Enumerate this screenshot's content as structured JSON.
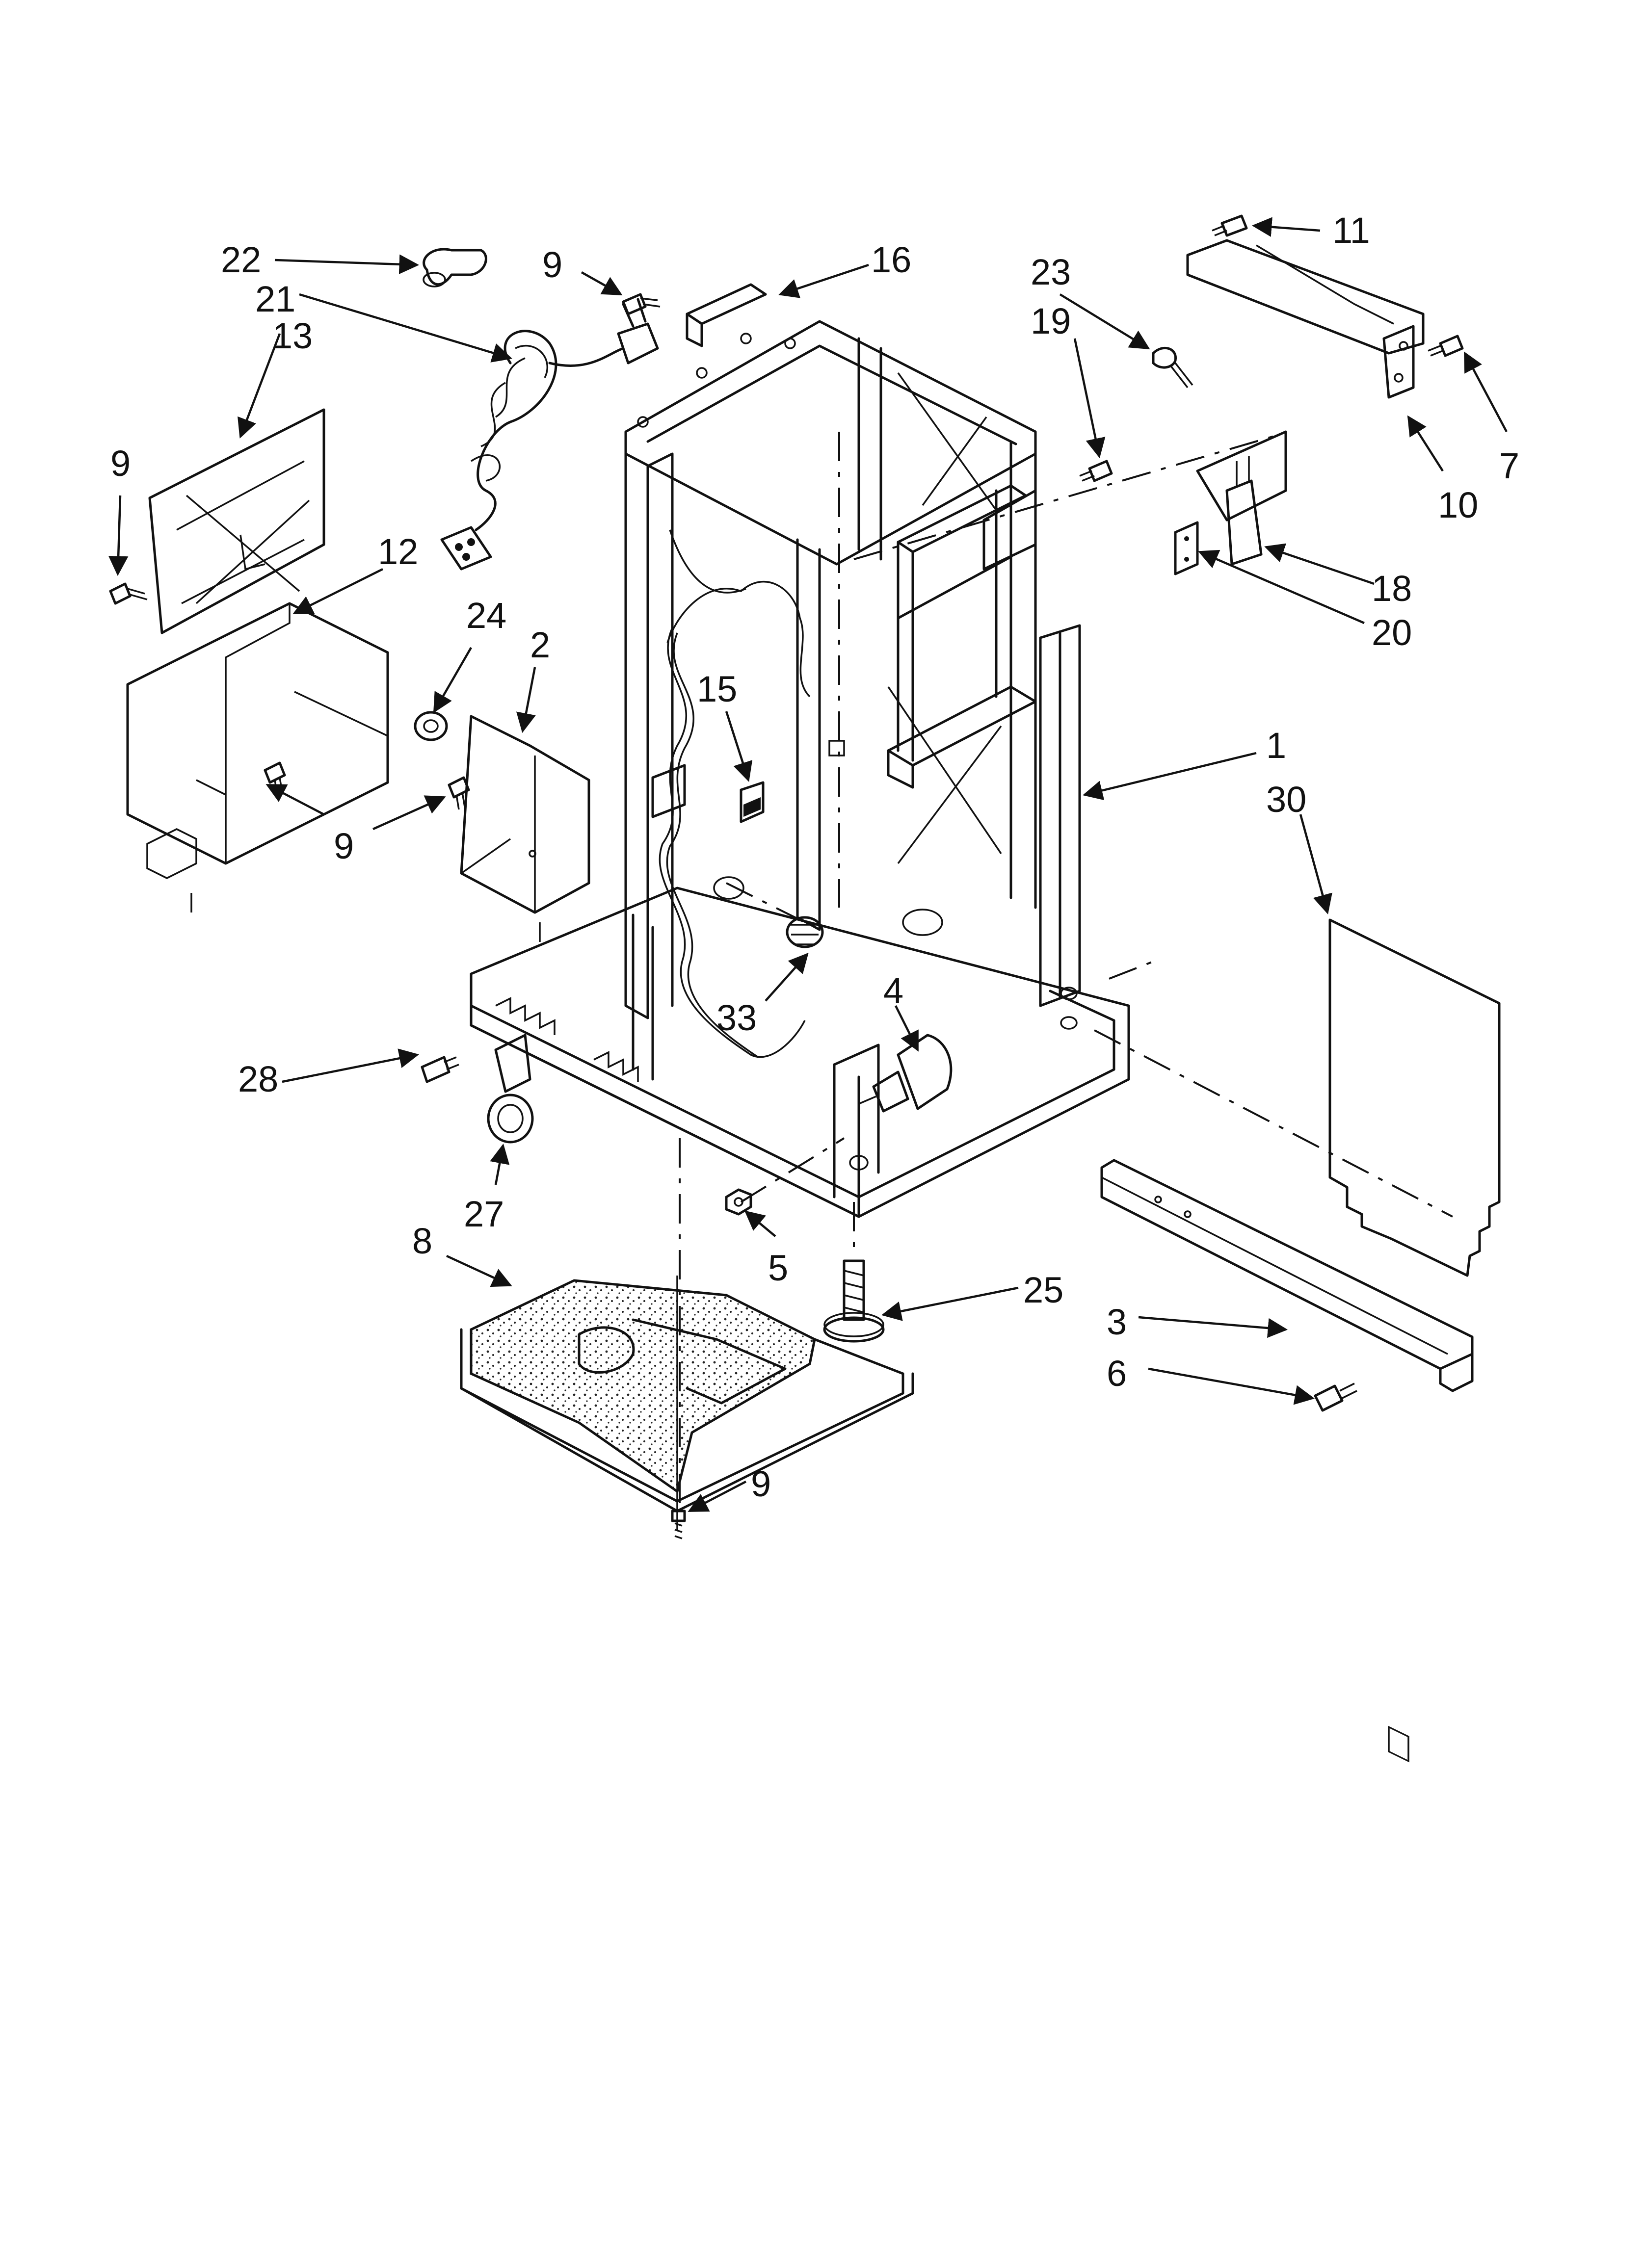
{
  "callouts": [
    {
      "id": "c22",
      "label": "22"
    },
    {
      "id": "c21",
      "label": "21"
    },
    {
      "id": "c13",
      "label": "13"
    },
    {
      "id": "c9a",
      "label": "9"
    },
    {
      "id": "c9b",
      "label": "9"
    },
    {
      "id": "c16",
      "label": "16"
    },
    {
      "id": "c23",
      "label": "23"
    },
    {
      "id": "c19",
      "label": "19"
    },
    {
      "id": "c11",
      "label": "11"
    },
    {
      "id": "c7",
      "label": "7"
    },
    {
      "id": "c10",
      "label": "10"
    },
    {
      "id": "c12",
      "label": "12"
    },
    {
      "id": "c24",
      "label": "24"
    },
    {
      "id": "c2",
      "label": "2"
    },
    {
      "id": "c15",
      "label": "15"
    },
    {
      "id": "c18",
      "label": "18"
    },
    {
      "id": "c20",
      "label": "20"
    },
    {
      "id": "c1",
      "label": "1"
    },
    {
      "id": "c30",
      "label": "30"
    },
    {
      "id": "c9c",
      "label": "9"
    },
    {
      "id": "c33",
      "label": "33"
    },
    {
      "id": "c4",
      "label": "4"
    },
    {
      "id": "c28",
      "label": "28"
    },
    {
      "id": "c27",
      "label": "27"
    },
    {
      "id": "c8",
      "label": "8"
    },
    {
      "id": "c5",
      "label": "5"
    },
    {
      "id": "c25",
      "label": "25"
    },
    {
      "id": "c3",
      "label": "3"
    },
    {
      "id": "c6",
      "label": "6"
    },
    {
      "id": "c9d",
      "label": "9"
    }
  ]
}
